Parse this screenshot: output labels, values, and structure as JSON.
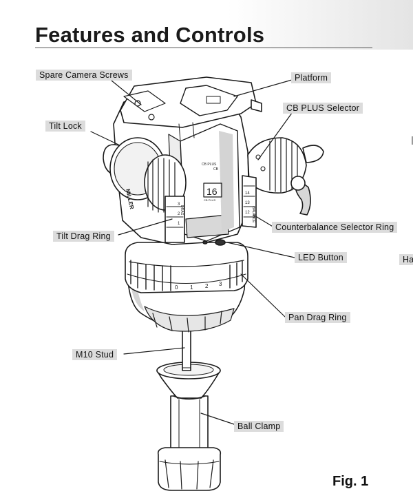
{
  "page": {
    "title": "Features and Controls",
    "figure_label": "Fig. 1"
  },
  "callouts": {
    "spare_camera_screws": "Spare Camera Screws",
    "platform": "Platform",
    "cb_plus_selector": "CB PLUS Selector",
    "tilt_lock": "Tilt Lock",
    "tilt_drag_ring": "Tilt Drag Ring",
    "counterbalance_selector_ring": "Counterbalance Selector Ring",
    "led_button": "LED Button",
    "pan_drag_ring": "Pan Drag Ring",
    "m10_stud": "M10 Stud",
    "ball_clamp": "Ball Clamp",
    "cropped_label": "Ha"
  },
  "drawing": {
    "brand": "MILLER",
    "model_number": "16",
    "cb_plus_text": "CB PLUS",
    "cb_text": "CB",
    "cb_plus_small": "CB PLUS",
    "drag_text": "DRAG",
    "balance_text": "BALANCE",
    "tilt_drag_digits": [
      "3",
      "2",
      "1"
    ],
    "balance_digits": [
      "14",
      "13",
      "12"
    ],
    "pan_drag_digits": [
      "0",
      "1",
      "2",
      "3"
    ]
  },
  "colors": {
    "callout_bg": "#dcdcdc",
    "line": "#1a1a1a",
    "shade": "#d4d4d4"
  }
}
